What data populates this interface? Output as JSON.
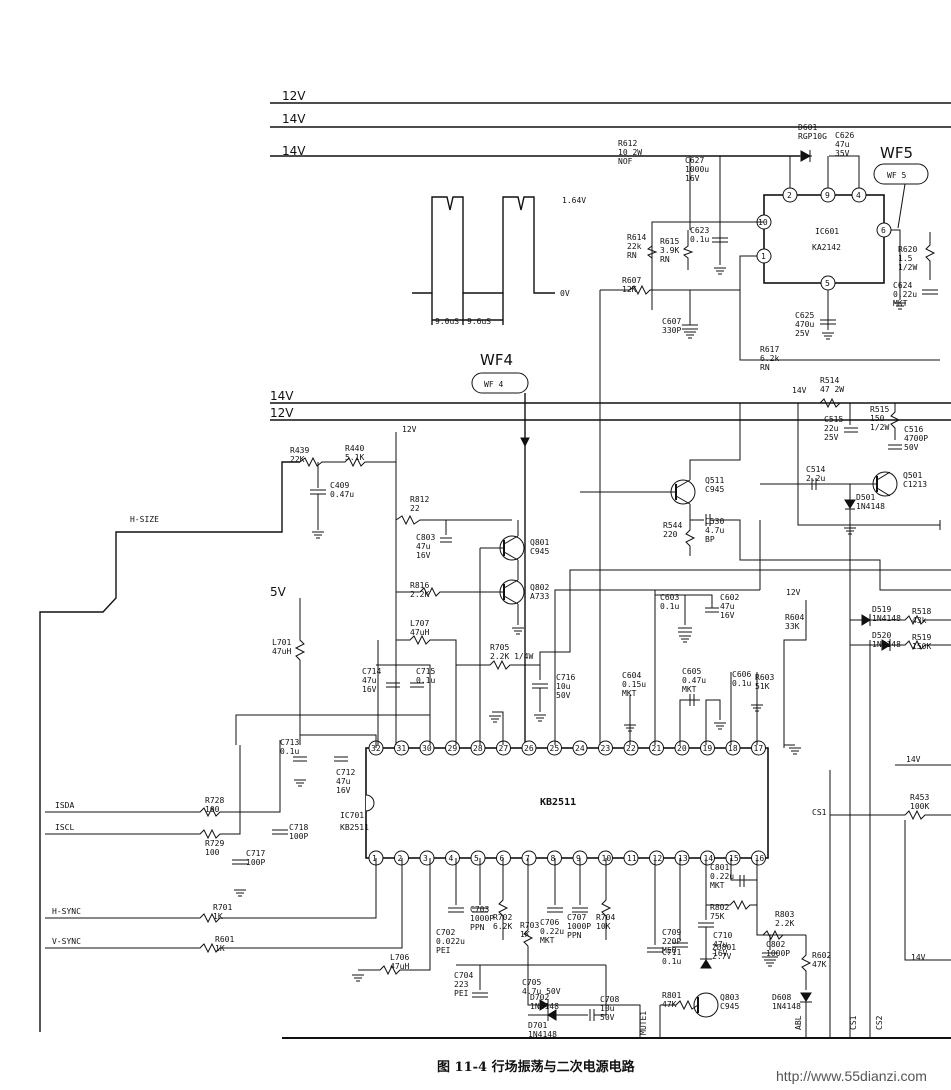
{
  "rails": {
    "top_12v": "12V",
    "top_14v_a": "14V",
    "top_14v_b": "14V",
    "mid_14v": "14V",
    "mid_12v": "12V",
    "v5": "5V",
    "v12_small": "12V",
    "v12_right": "12V",
    "v14_small": "14V",
    "v14_right_a": "14V",
    "v14_right_b": "14V"
  },
  "waveform": {
    "peak": "1.64V",
    "zero": "0V",
    "t1": "9.0uS",
    "t2": "9.6uS"
  },
  "probes": {
    "wf4_title": "WF4",
    "wf4_tag": "WF 4",
    "wf5_title": "WF5",
    "wf5_tag": "WF 5"
  },
  "ic601": {
    "name": "IC601",
    "part": "KA2142",
    "pins": [
      "2",
      "9",
      "4",
      "10",
      "1",
      "6",
      "5"
    ]
  },
  "ic701": {
    "name": "KB2511",
    "ref": "IC701",
    "part": "KB2511",
    "top_pins": [
      "32",
      "31",
      "30",
      "29",
      "28",
      "27",
      "26",
      "25",
      "24",
      "23",
      "22",
      "21",
      "20",
      "19",
      "18",
      "17"
    ],
    "bottom_pins": [
      "1",
      "2",
      "3",
      "4",
      "5",
      "6",
      "7",
      "8",
      "9",
      "10",
      "11",
      "12",
      "13",
      "14",
      "15",
      "16"
    ]
  },
  "components": {
    "r612": [
      "R612",
      "10 2W",
      "NOF"
    ],
    "d601": [
      "D601",
      "RGP10G"
    ],
    "c626": [
      "C626",
      "47u",
      "35V"
    ],
    "c627": [
      "C627",
      "1000u",
      "16V"
    ],
    "r614": [
      "R614",
      "22k",
      "RN"
    ],
    "r615": [
      "R615",
      "3.9K",
      "RN"
    ],
    "c623": [
      "C623",
      "0.1u"
    ],
    "r607": [
      "R607",
      "12K"
    ],
    "c607": [
      "C607",
      "330P"
    ],
    "r620": [
      "R620",
      "1.5",
      "1/2W"
    ],
    "c624": [
      "C624",
      "0.22u",
      "MKT"
    ],
    "c625": [
      "C625",
      "470u",
      "25V"
    ],
    "r617": [
      "R617",
      "6.2k",
      "RN"
    ],
    "r514": [
      "R514",
      "47 2W"
    ],
    "c515": [
      "C515",
      "22u",
      "25V"
    ],
    "r515": [
      "R515",
      "150",
      "1/2W"
    ],
    "c516": [
      "C516",
      "4700P",
      "50V"
    ],
    "c514": [
      "C514",
      "2.2u"
    ],
    "q501": [
      "Q501",
      "C1213"
    ],
    "d501": [
      "D501",
      "1N4148"
    ],
    "q511": [
      "Q511",
      "C945"
    ],
    "r544": [
      "R544",
      "220"
    ],
    "c530": [
      "C530",
      "4.7u",
      "BP"
    ],
    "r439": [
      "R439",
      "22K"
    ],
    "r440": [
      "R440",
      "5.1K"
    ],
    "c409": [
      "C409",
      "0.47u"
    ],
    "r812": [
      "R812",
      "22"
    ],
    "c803a": [
      "C803",
      "47u",
      "16V"
    ],
    "q801": [
      "Q801",
      "C945"
    ],
    "q802": [
      "Q802",
      "A733"
    ],
    "r816": [
      "R816",
      "2.2K"
    ],
    "l707": [
      "L707",
      "47uH"
    ],
    "r705": [
      "R705",
      "2.2K 1/4W"
    ],
    "c603": [
      "C603",
      "0.1u"
    ],
    "c602": [
      "C602",
      "47u",
      "16V"
    ],
    "r604": [
      "R604",
      "33K"
    ],
    "d519": [
      "D519",
      "1N4148"
    ],
    "r518": [
      "R518",
      "43k"
    ],
    "d520": [
      "D520",
      "1N4148"
    ],
    "r519": [
      "R519",
      "150K"
    ],
    "l701": [
      "L701",
      "47uH"
    ],
    "c714": [
      "C714",
      "47u",
      "16V"
    ],
    "c715": [
      "C715",
      "0.1u"
    ],
    "c716": [
      "C716",
      "10u",
      "50V"
    ],
    "c604": [
      "C604",
      "0.15u",
      "MKT"
    ],
    "c605": [
      "C605",
      "0.47u",
      "MKT"
    ],
    "c606": [
      "C606",
      "0.1u"
    ],
    "r603": [
      "R603",
      "51K"
    ],
    "c713": [
      "C713",
      "0.1u"
    ],
    "c712": [
      "C712",
      "47u",
      "16V"
    ],
    "r728": [
      "R728",
      "100"
    ],
    "r729": [
      "R729",
      "100"
    ],
    "c718": [
      "C718",
      "100P"
    ],
    "c717": [
      "C717",
      "100P"
    ],
    "r453": [
      "R453",
      "100K"
    ],
    "r701": [
      "R701",
      "1K"
    ],
    "r601": [
      "R601",
      "1K"
    ],
    "l706": [
      "L706",
      "47uH"
    ],
    "c702": [
      "C702",
      "0.022u",
      "PEI"
    ],
    "c703": [
      "C703",
      "1000P",
      "PPN"
    ],
    "r702": [
      "R702",
      "6.2K"
    ],
    "r703": [
      "R703",
      "1K"
    ],
    "c706": [
      "C706",
      "0.22u",
      "MKT"
    ],
    "c707": [
      "C707",
      "1000P",
      "PPN"
    ],
    "r704": [
      "R704",
      "10K"
    ],
    "c704": [
      "C704",
      "223",
      "PEI"
    ],
    "c705": [
      "C705",
      "4.7u 50V"
    ],
    "d702": [
      "D702",
      "1N4148"
    ],
    "d701": [
      "D701",
      "1N4148"
    ],
    "c708": [
      "C708",
      "10u",
      "50V"
    ],
    "c709": [
      "C709",
      "220P",
      "MEO"
    ],
    "c711": [
      "C711",
      "0.1u"
    ],
    "c710": [
      "C710",
      "47u",
      "16V"
    ],
    "zd801": [
      "ZD801",
      "2.7V"
    ],
    "r801": [
      "R801",
      "47K"
    ],
    "q803": [
      "Q803",
      "C945"
    ],
    "c801": [
      "C801",
      "0.22u",
      "MKT"
    ],
    "r802": [
      "R802",
      "75K"
    ],
    "r803": [
      "R803",
      "2.2K"
    ],
    "c802": [
      "C802",
      "1000P"
    ],
    "r602": [
      "R602",
      "47K"
    ],
    "d608": [
      "D608",
      "1N4148"
    ]
  },
  "signals": {
    "hsize": "H-SIZE",
    "isda": "ISDA",
    "iscl": "ISCL",
    "hsync": "H-SYNC",
    "vsync": "V-SYNC",
    "cs1": "CS1",
    "abl": "ABL",
    "cs1v": "CS1",
    "cs2": "CS2",
    "mute1": "MUTE1"
  },
  "caption": "图 11-4   行场振荡与二次电源电路",
  "watermark": "http://www.55dianzi.com"
}
